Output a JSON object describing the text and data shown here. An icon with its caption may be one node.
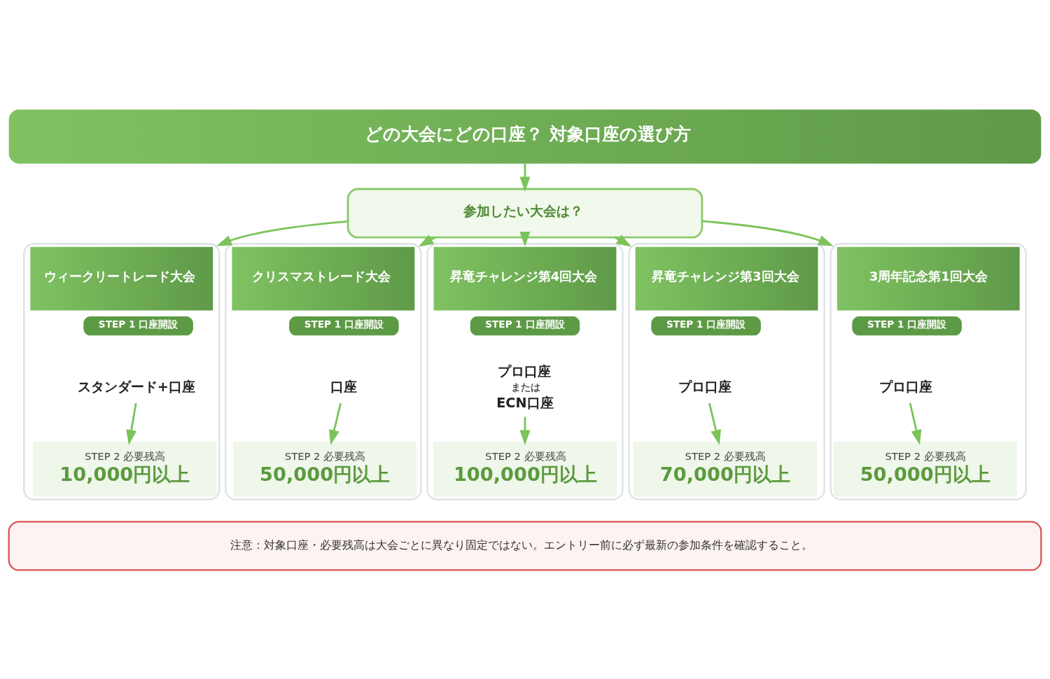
{
  "diagram": {
    "nodes": [
      {
        "text": [
          "どの大会にどの口座？ 対象口座の選び方"
        ]
      },
      {
        "text": [
          "参加したい大会は？"
        ]
      },
      {
        "text": [
          "ウィークリートレード大会"
        ]
      },
      {
        "text": [
          "STEP 1 口座開設"
        ],
        "in": 2
      },
      {
        "text": [
          "スタンダード+口座"
        ],
        "in": 2
      },
      {
        "text": [
          "STEP 2 必要残高",
          "10,000円以上"
        ],
        "in": 2
      },
      {
        "text": [
          "クリスマストレード大会"
        ]
      },
      {
        "text": [
          "STEP 1 口座開設"
        ],
        "in": 6
      },
      {
        "text": [
          "口座"
        ],
        "in": 6
      },
      {
        "text": [
          "STEP 2 必要残高",
          "50,000円以上"
        ],
        "in": 6
      },
      {
        "text": [
          "昇竜チャレンジ第4回大会"
        ]
      },
      {
        "text": [
          "STEP 1 口座開設"
        ],
        "in": 10
      },
      {
        "text": [
          "プロ口座",
          "または",
          "ECN口座"
        ],
        "in": 10
      },
      {
        "text": [
          "STEP 2 必要残高",
          "100,000円以上"
        ],
        "in": 10
      },
      {
        "text": [
          "昇竜チャレンジ第3回大会"
        ]
      },
      {
        "text": [
          "STEP 1 口座開設"
        ],
        "in": 14
      },
      {
        "text": [
          "プロ口座"
        ],
        "in": 14
      },
      {
        "text": [
          "STEP 2 必要残高",
          "70,000円以上"
        ],
        "in": 14
      },
      {
        "text": [
          "3周年記念第1回大会"
        ]
      },
      {
        "text": [
          "STEP 1 口座開設"
        ],
        "in": 18
      },
      {
        "text": [
          "プロ口座"
        ],
        "in": 18
      },
      {
        "text": [
          "STEP 2 必要残高",
          "50,000円以上"
        ],
        "in": 18
      },
      {
        "text": [
          "注意：対象口座・必要残高は大会ごとに異なり固定ではない。エントリー前に必ず最新の参加条件を確認すること。"
        ]
      }
    ],
    "edges": [
      {
        "from": 0,
        "to": 1,
        "arrow": "to"
      },
      {
        "from": 1,
        "to": 2,
        "arrow": "to"
      },
      {
        "from": 1,
        "to": 6,
        "arrow": "to"
      },
      {
        "from": 1,
        "to": 10,
        "arrow": "to"
      },
      {
        "from": 1,
        "to": 14,
        "arrow": "to"
      },
      {
        "from": 1,
        "to": 18,
        "arrow": "to"
      },
      {
        "from": 4,
        "to": 5,
        "arrow": "to"
      },
      {
        "from": 8,
        "to": 9,
        "arrow": "to"
      },
      {
        "from": 12,
        "to": 13,
        "arrow": "to"
      },
      {
        "from": 16,
        "to": 17,
        "arrow": "to"
      },
      {
        "from": 20,
        "to": 21,
        "arrow": "to"
      }
    ]
  }
}
